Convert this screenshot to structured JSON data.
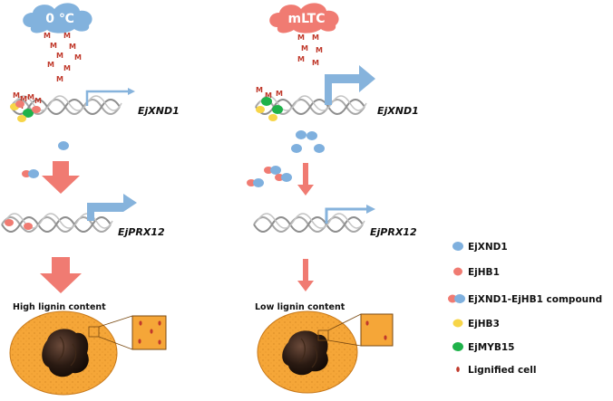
{
  "conditions": [
    {
      "label": "0 ℃",
      "color": "#82b2dd"
    },
    {
      "label": "mLTC",
      "color": "#f07b72"
    }
  ],
  "genes": {
    "top": "EjXND1",
    "bottom": "EjPRX12"
  },
  "methyl_mark": "M",
  "outcomes": [
    "High lignin content",
    "Low lignin content"
  ],
  "legend": [
    {
      "label": "EjXND1",
      "kind": "single",
      "color": "#7fb0de"
    },
    {
      "label": "EjHB1",
      "kind": "single",
      "color": "#f07b72"
    },
    {
      "label": "EjXND1-EjHB1 compound",
      "kind": "pair",
      "color": "#7fb0de"
    },
    {
      "label": "EjHB3",
      "kind": "single",
      "color": "#f7d548"
    },
    {
      "label": "EjMYB15",
      "kind": "single",
      "color": "#1fb24a"
    },
    {
      "label": "Lignified cell",
      "kind": "cell",
      "color": "#c0392b"
    }
  ],
  "colors": {
    "xnd1": "#7fb0de",
    "hb1": "#f07b72",
    "hb3": "#f7d548",
    "myb15": "#1fb24a",
    "cell_fill": "#f5a638",
    "cell_core": "#2a1a12",
    "arrow_red": "#f07b72",
    "arrow_blue": "#86b3dc",
    "dna": "#a8a8a8"
  }
}
